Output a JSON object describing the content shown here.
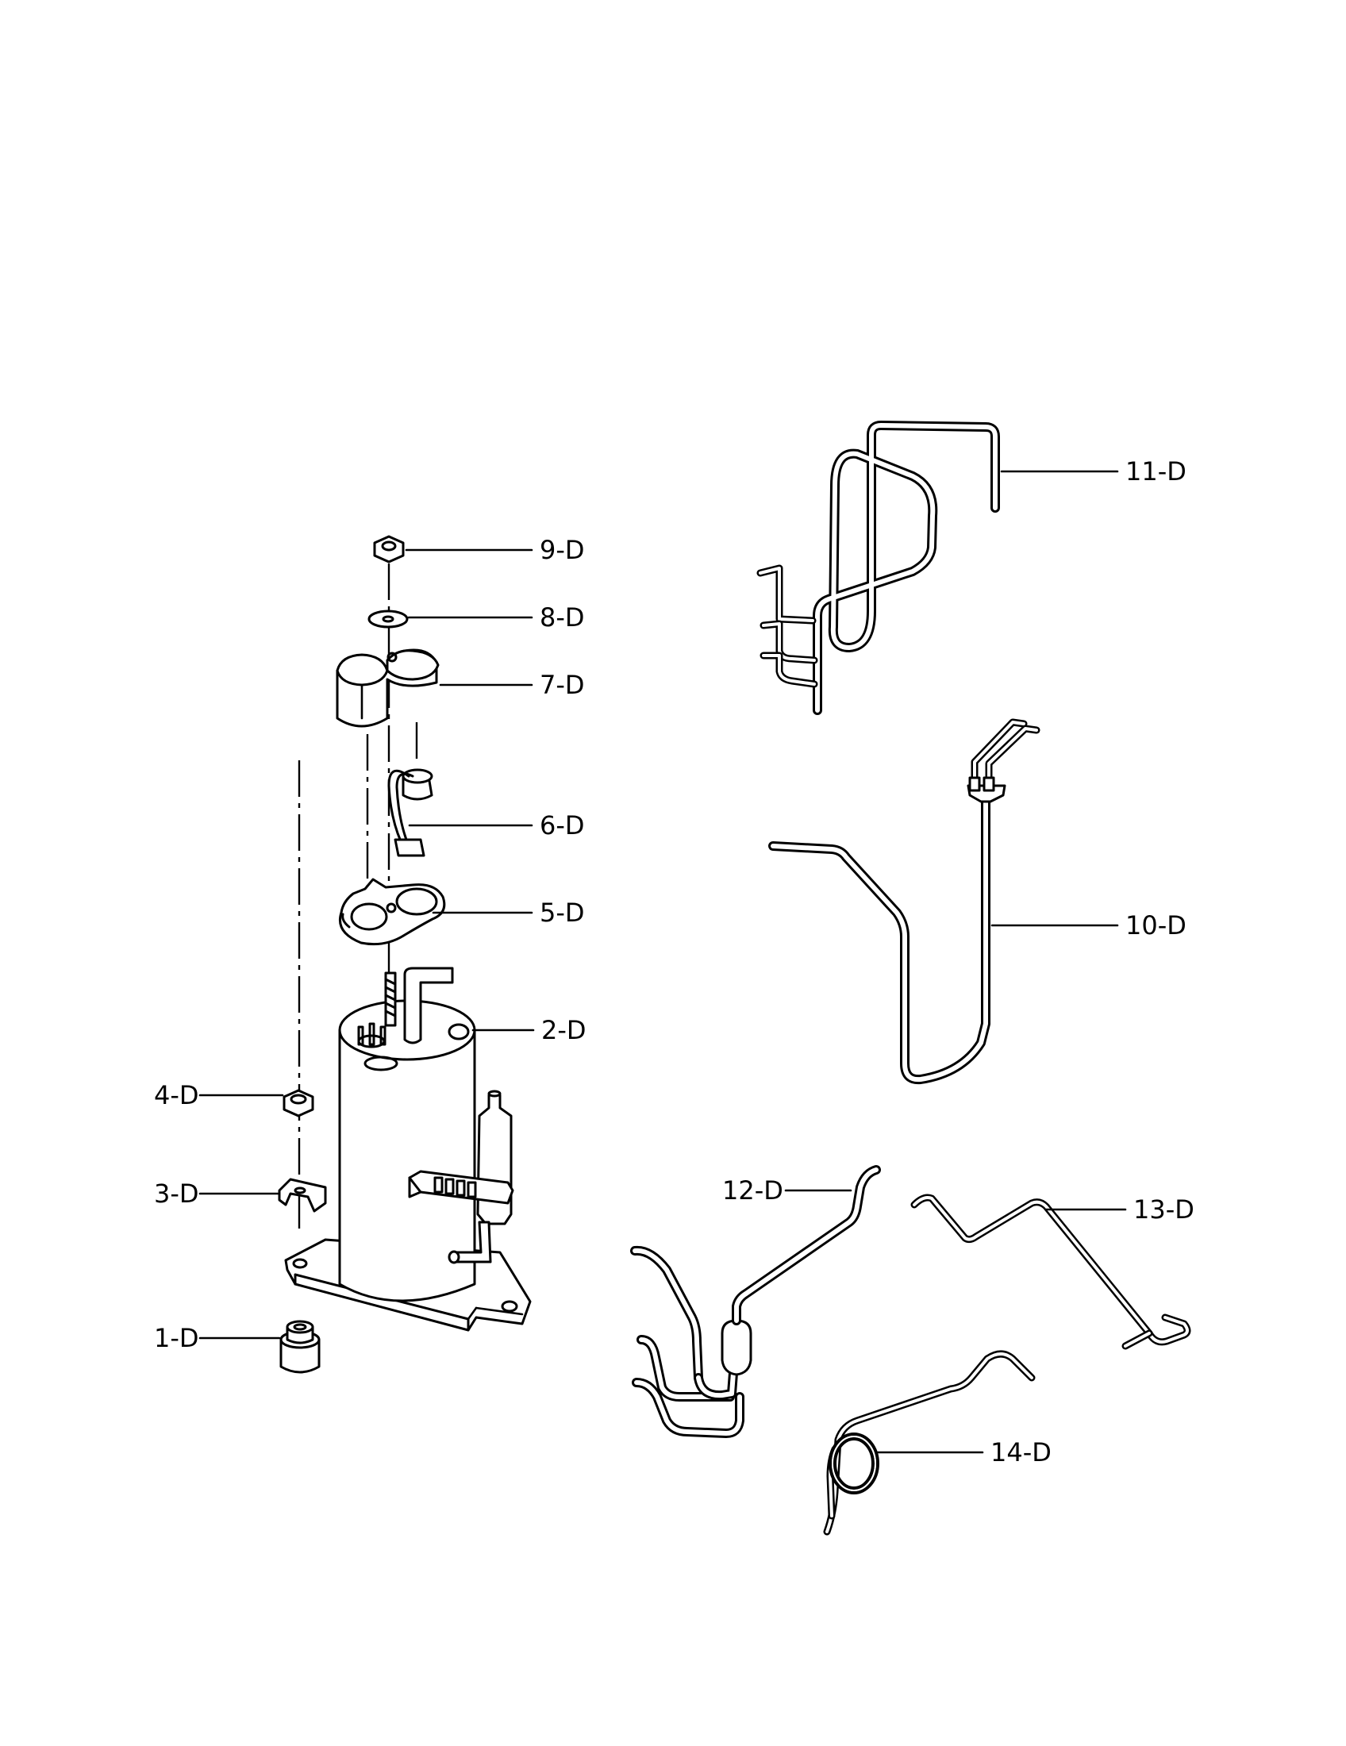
{
  "callouts": {
    "p1": "1-D",
    "p2": "2-D",
    "p3": "3-D",
    "p4": "4-D",
    "p5": "5-D",
    "p6": "6-D",
    "p7": "7-D",
    "p8": "8-D",
    "p9": "9-D",
    "p10": "10-D",
    "p11": "11-D",
    "p12": "12-D",
    "p13": "13-D",
    "p14": "14-D"
  },
  "icons": [
    "nut-icon",
    "washer-icon",
    "cover-icon",
    "overload-protector-icon",
    "gasket-icon",
    "compressor-icon",
    "clamp-icon",
    "grommet-icon",
    "tube-icon",
    "capillary-coil-icon"
  ]
}
